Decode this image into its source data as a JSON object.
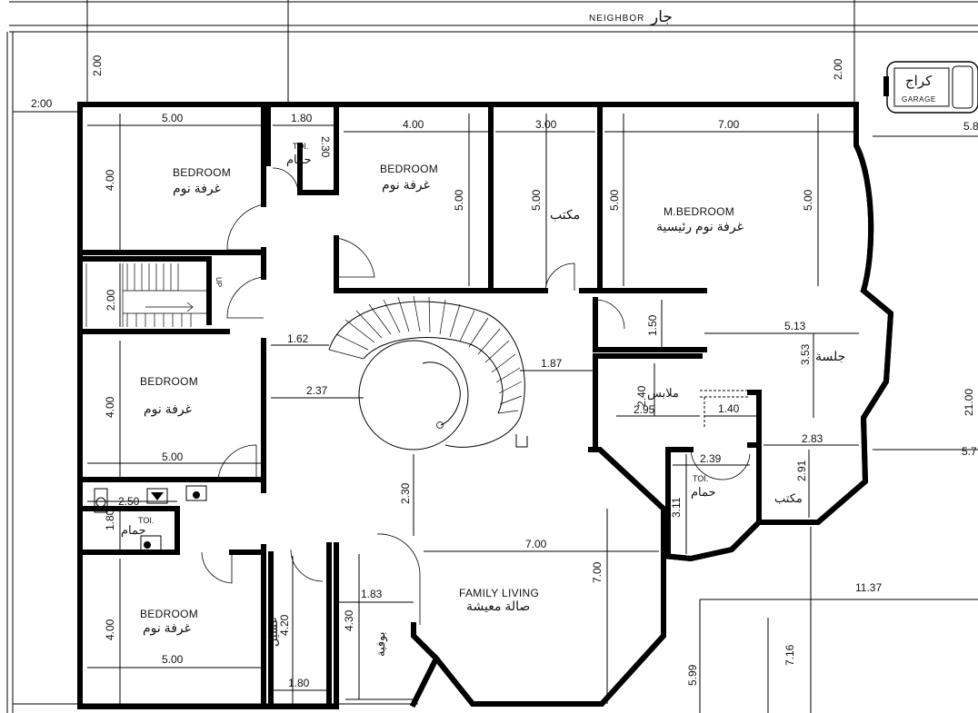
{
  "header": {
    "neighbor_en": "NEIGHBOR",
    "neighbor_ar": "جار"
  },
  "garage": {
    "ar": "كراج",
    "en": "GARAGE"
  },
  "rooms": {
    "bedroom1": {
      "en": "BEDROOM",
      "ar": "غرفة نوم"
    },
    "bedroom2": {
      "en": "BEDROOM",
      "ar": "غرفة نوم"
    },
    "bedroom3": {
      "en": "BEDROOM",
      "ar": "غرفة نوم"
    },
    "bedroom4": {
      "en": "BEDROOM",
      "ar": "غرفة نوم"
    },
    "master": {
      "en": "M.BEDROOM",
      "ar": "غرفة نوم رئيسية"
    },
    "office1": {
      "ar": "مكتب"
    },
    "office2": {
      "ar": "مكتب"
    },
    "toilet1": {
      "en": "TOI.",
      "ar": "حمام"
    },
    "toilet2": {
      "en": "TOI.",
      "ar": "حمام"
    },
    "toilet3": {
      "en": "TOI.",
      "ar": "حمام"
    },
    "dressing": {
      "ar": "ملابس"
    },
    "sitting": {
      "ar": "جلسة"
    },
    "family": {
      "en": "FAMILY LIVING",
      "ar": "صالة معيشة"
    },
    "laundry": {
      "ar": "غسيل"
    },
    "pantry": {
      "ar": "بوفية"
    },
    "up": "UP"
  },
  "dims": {
    "setback_top_left": "2.00",
    "setback_left": "2:00",
    "setback_top_right": "2.00",
    "right_5_8": "5.8",
    "right_21": "21.00",
    "right_5_7": "5.7",
    "b1_w": "5.00",
    "b1_h": "4.00",
    "toi_w": "1.80",
    "toi_h": "2.30",
    "b2_w": "4.00",
    "b2_h": "5.00",
    "off_w": "3.00",
    "off_h": "5.00",
    "mb_w": "7.00",
    "mb_h_left": "5.00",
    "mb_h_right": "5.00",
    "stair_h": "2.00",
    "corr_1_62": "1.62",
    "corr_2_37": "2.37",
    "corr_1_87": "1.87",
    "corr_1_50": "1.50",
    "sit_w": "5.13",
    "sit_h": "3.53",
    "dr_h": "2.40",
    "dr_w": "2.95",
    "dr_1_40": "1.40",
    "off2_w": "2.83",
    "off2_h": "2.91",
    "toi3_w": "2.39",
    "toi3_h": "3.11",
    "b3_h": "4.00",
    "b3_w": "5.00",
    "toi2_w": "2.50",
    "toi2_h": "1.80",
    "corr_2_30": "2.30",
    "fam_w": "7.00",
    "fam_h": "7.00",
    "b4_h": "4.00",
    "b4_w": "5.00",
    "laun_h": "4.20",
    "laun_w": "1.80",
    "pan_h": "4.30",
    "pan_w": "1.83",
    "out_11_37": "11.37",
    "out_7_16": "7.16",
    "out_5_99": "5.99"
  }
}
